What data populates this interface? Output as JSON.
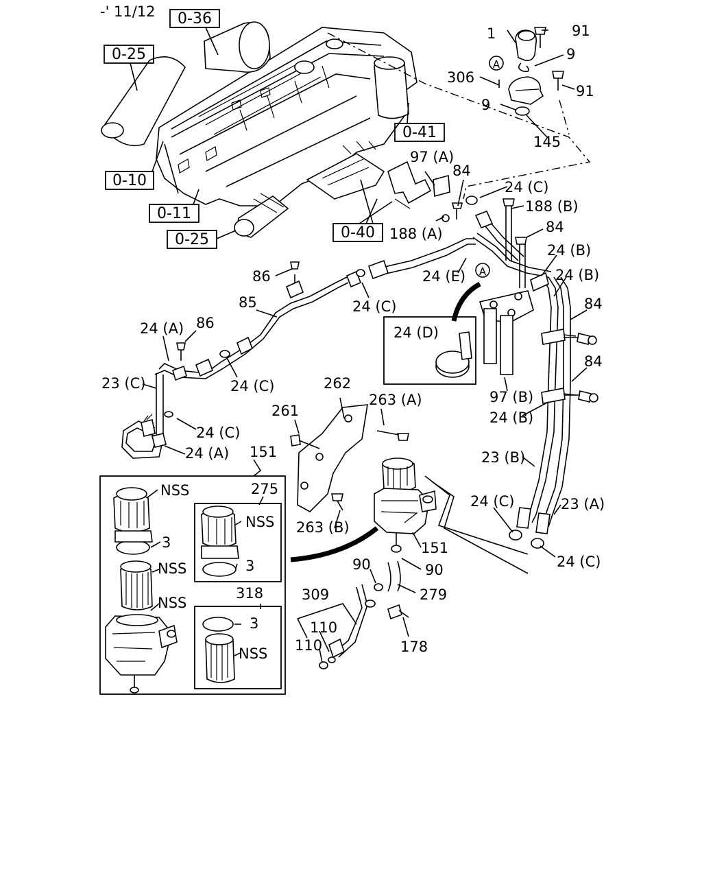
{
  "header": {
    "code": "-' 11/12"
  },
  "refs": [
    "0-36",
    "0-25",
    "0-41",
    "0-10",
    "0-11",
    "0-25",
    "0-40"
  ],
  "labels": [
    "1",
    "91",
    "9",
    "306",
    "91",
    "9",
    "145",
    "97 (A)",
    "84",
    "24 (C)",
    "188 (B)",
    "188 (A)",
    "84",
    "24 (B)",
    "86",
    "24 (E)",
    "24 (B)",
    "85",
    "24 (C)",
    "24 (D)",
    "84",
    "24 (A)",
    "86",
    "84",
    "23 (C)",
    "24 (C)",
    "97 (B)",
    "24 (B)",
    "262",
    "263 (A)",
    "261",
    "24 (C)",
    "24 (A)",
    "151",
    "23 (B)",
    "NSS",
    "275",
    "NSS",
    "3",
    "3",
    "24 (C)",
    "23 (A)",
    "263 (B)",
    "NSS",
    "151",
    "90",
    "24 (C)",
    "90",
    "NSS",
    "309",
    "279",
    "318",
    "3",
    "110",
    "110",
    "NSS",
    "178"
  ],
  "callouts": [
    "A",
    "A"
  ]
}
